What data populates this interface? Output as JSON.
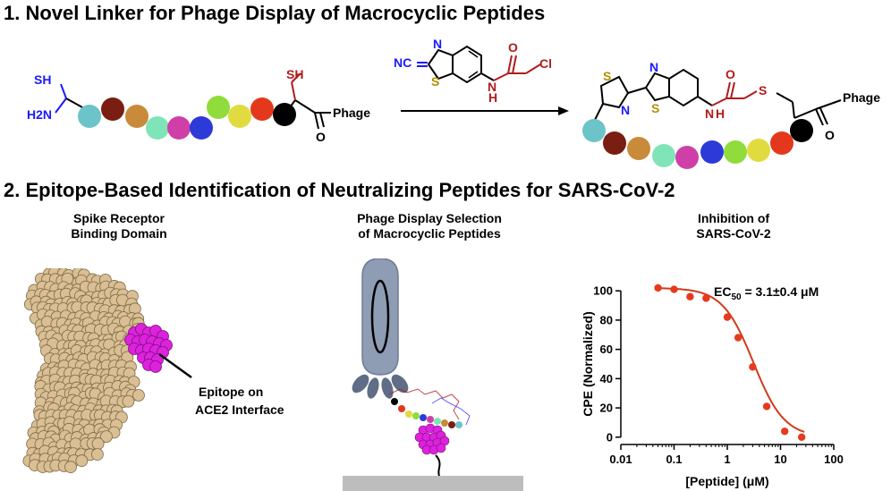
{
  "section1": {
    "title": "1. Novel Linker for Phage Display of Macrocyclic Peptides"
  },
  "section2": {
    "title": "2. Epitope-Based Identification of Neutralizing Peptides for SARS-CoV-2"
  },
  "chem": {
    "sh": "SH",
    "h2n": "H2N",
    "phage": "Phage",
    "o": "O",
    "nc": "NC",
    "n": "N",
    "s": "S",
    "h": "H",
    "cl": "Cl",
    "residue_colors": [
      "#6cc4c8",
      "#7a1d12",
      "#c98a3a",
      "#7fe4b8",
      "#d03fa8",
      "#2c3ad8",
      "#8fdc3a",
      "#e0dc40",
      "#e4381c",
      "#000000"
    ],
    "colors": {
      "blue": "#1a1aff",
      "red": "#b01c1c"
    }
  },
  "panels": {
    "rbd": {
      "title_line1": "Spike Receptor",
      "title_line2": "Binding Domain",
      "label_line1": "Epitope on",
      "label_line2": "ACE2 Interface"
    },
    "phage": {
      "title_line1": "Phage Display Selection",
      "title_line2": "of Macrocyclic Peptides"
    },
    "inhibition": {
      "title_line1": "Inhibition of",
      "title_line2": "SARS-CoV-2"
    }
  },
  "chart_data": {
    "type": "scatter",
    "xlabel": "[Peptide] (μM)",
    "ylabel": "CPE (Normalized)",
    "x_scale": "log",
    "xlim": [
      0.01,
      100
    ],
    "ylim": [
      -5,
      105
    ],
    "x_ticks": [
      "0.01",
      "0.1",
      "1",
      "10",
      "100"
    ],
    "y_ticks": [
      "0",
      "20",
      "40",
      "60",
      "80",
      "100"
    ],
    "annotation": {
      "main": "EC",
      "sub": "50",
      "rest": " = 3.1±0.4 μM"
    },
    "points": [
      {
        "x": 0.05,
        "y": 102
      },
      {
        "x": 0.1,
        "y": 101
      },
      {
        "x": 0.2,
        "y": 96
      },
      {
        "x": 0.4,
        "y": 95
      },
      {
        "x": 1.0,
        "y": 82
      },
      {
        "x": 1.6,
        "y": 68
      },
      {
        "x": 3.0,
        "y": 48
      },
      {
        "x": 5.5,
        "y": 21
      },
      {
        "x": 12.0,
        "y": 4
      },
      {
        "x": 25.0,
        "y": 0
      }
    ],
    "fit_curve": {
      "top": 102,
      "bottom": 0,
      "ec50": 3.1,
      "hill": 1.5
    },
    "colors": {
      "points": "#e63a1c",
      "fit": "#d13a1a"
    }
  }
}
